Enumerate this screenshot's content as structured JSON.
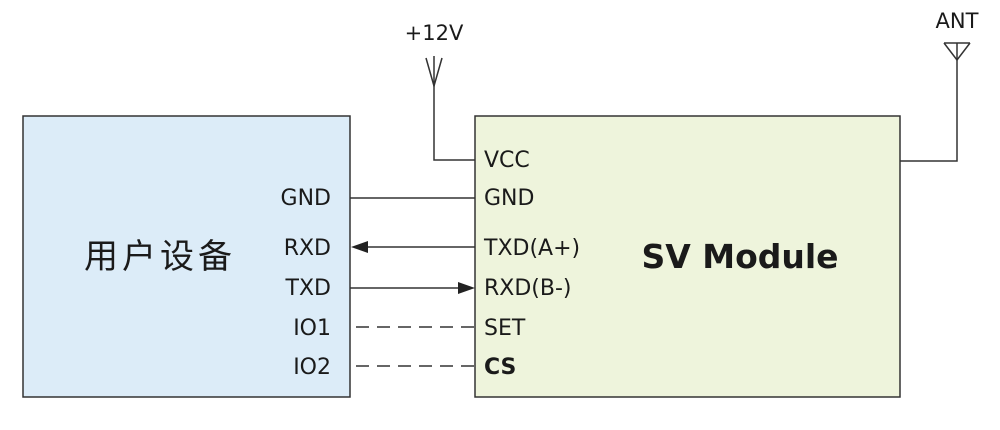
{
  "colors": {
    "user_box_fill": "#dcecf8",
    "module_box_fill": "#eef4dc",
    "line": "#333333"
  },
  "user_device": {
    "title": "用户设备",
    "pins": {
      "gnd": "GND",
      "rxd": "RXD",
      "txd": "TXD",
      "io1": "IO1",
      "io2": "IO2"
    }
  },
  "module": {
    "title": "SV Module",
    "pins": {
      "vcc": "VCC",
      "gnd": "GND",
      "txd": "TXD(A+)",
      "rxd": "RXD(B-)",
      "set": "SET",
      "cs": "CS"
    }
  },
  "power": {
    "label": "+12V"
  },
  "antenna": {
    "label": "ANT"
  }
}
